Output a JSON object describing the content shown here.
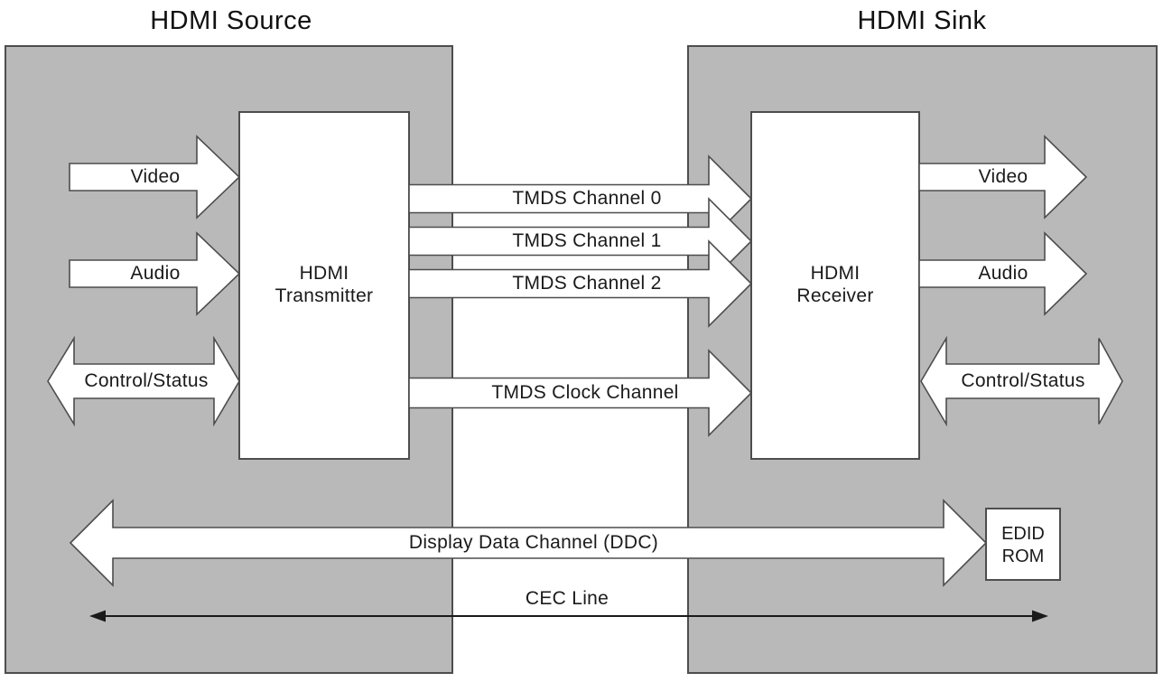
{
  "titles": {
    "source": "HDMI Source",
    "sink": "HDMI Sink"
  },
  "source_block": {
    "line1": "HDMI",
    "line2": "Transmitter"
  },
  "sink_block": {
    "line1": "HDMI",
    "line2": "Receiver"
  },
  "edid_rom": {
    "line1": "EDID",
    "line2": "ROM"
  },
  "source_arrows": {
    "video": "Video",
    "audio": "Audio",
    "control": "Control/Status"
  },
  "sink_arrows": {
    "video": "Video",
    "audio": "Audio",
    "control": "Control/Status"
  },
  "channels": {
    "tmds0": "TMDS Channel 0",
    "tmds1": "TMDS Channel 1",
    "tmds2": "TMDS Channel 2",
    "clock": "TMDS Clock Channel",
    "ddc": "Display Data Channel (DDC)",
    "cec": "CEC Line"
  },
  "colors": {
    "block_fill": "#b9b9b9",
    "outline": "#4d4d4d",
    "arrow_fill": "#ffffff",
    "text": "#1a1a1a",
    "background": "#ffffff"
  }
}
